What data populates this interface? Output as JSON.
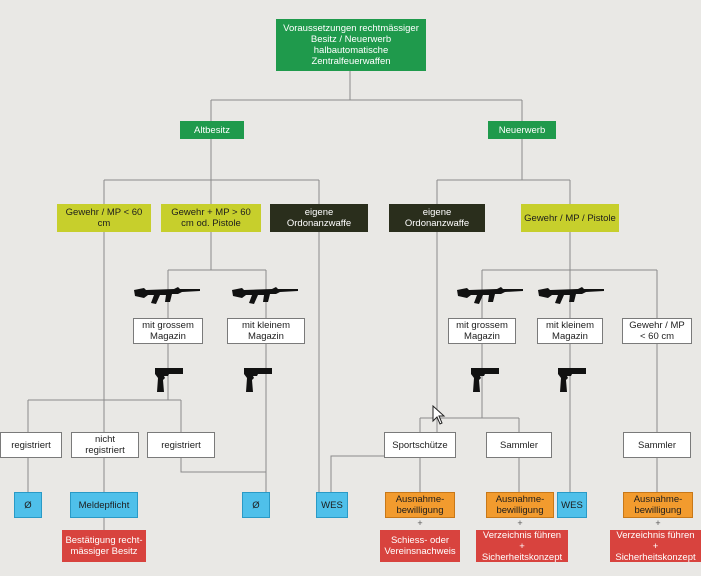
{
  "colors": {
    "green": "#1f9a4c",
    "olive": "#c7cf2c",
    "dark": "#2a2e1c",
    "blue": "#4fc0ea",
    "orange": "#f29b2e",
    "red": "#d8433e",
    "line": "#8a8a8a"
  },
  "icons": {
    "rifle": "assault-rifle-icon",
    "pistol": "pistol-icon",
    "cursor": "mouse-pointer-icon"
  },
  "root": "Voraussetzungen rechtmässiger Besitz / Neuerwerb halbautomatische Zentralfeuerwaffen",
  "altbesitz": {
    "label": "Altbesitz",
    "gewehr_mp": "Gewehr / MP < 60 cm",
    "gewehr_mp_pistole": "Gewehr + MP > 60 cm od. Pistole",
    "ordonanz": "eigene Ordonanzwaffe",
    "mag_gross": "mit grossem Magazin",
    "mag_klein": "mit kleinem Magazin",
    "registriert_1": "registriert",
    "nicht_registriert": "nicht registriert",
    "registriert_2": "registriert",
    "result_1": "Ø",
    "meldepflicht": "Meldepflicht",
    "result_2": "Ø",
    "bestaetigung": "Bestätigung recht-mässiger Besitz"
  },
  "neuerwerb": {
    "label": "Neuerwerb",
    "ordonanz": "eigene Ordonanzwaffe",
    "gewehr_mp_pistole": "Gewehr / MP / Pistole",
    "mag_gross": "mit grossem Magazin",
    "mag_klein": "mit kleinem Magazin",
    "gewehr_mp": "Gewehr / MP < 60 cm",
    "sportschuetze": "Sportschütze",
    "sammler_1": "Sammler",
    "sammler_2": "Sammler",
    "wes_1": "WES",
    "ausnahme_1": "Ausnahme-bewilligung",
    "ausnahme_2": "Ausnahme-bewilligung",
    "wes_2": "WES",
    "ausnahme_3": "Ausnahme-bewilligung",
    "plus": "+",
    "schiess": "Schiess- oder Vereinsnachweis",
    "verzeichnis_1": "Verzeichnis führen + Sicherheitskonzept",
    "verzeichnis_2": "Verzeichnis führen + Sicherheitskonzept"
  }
}
